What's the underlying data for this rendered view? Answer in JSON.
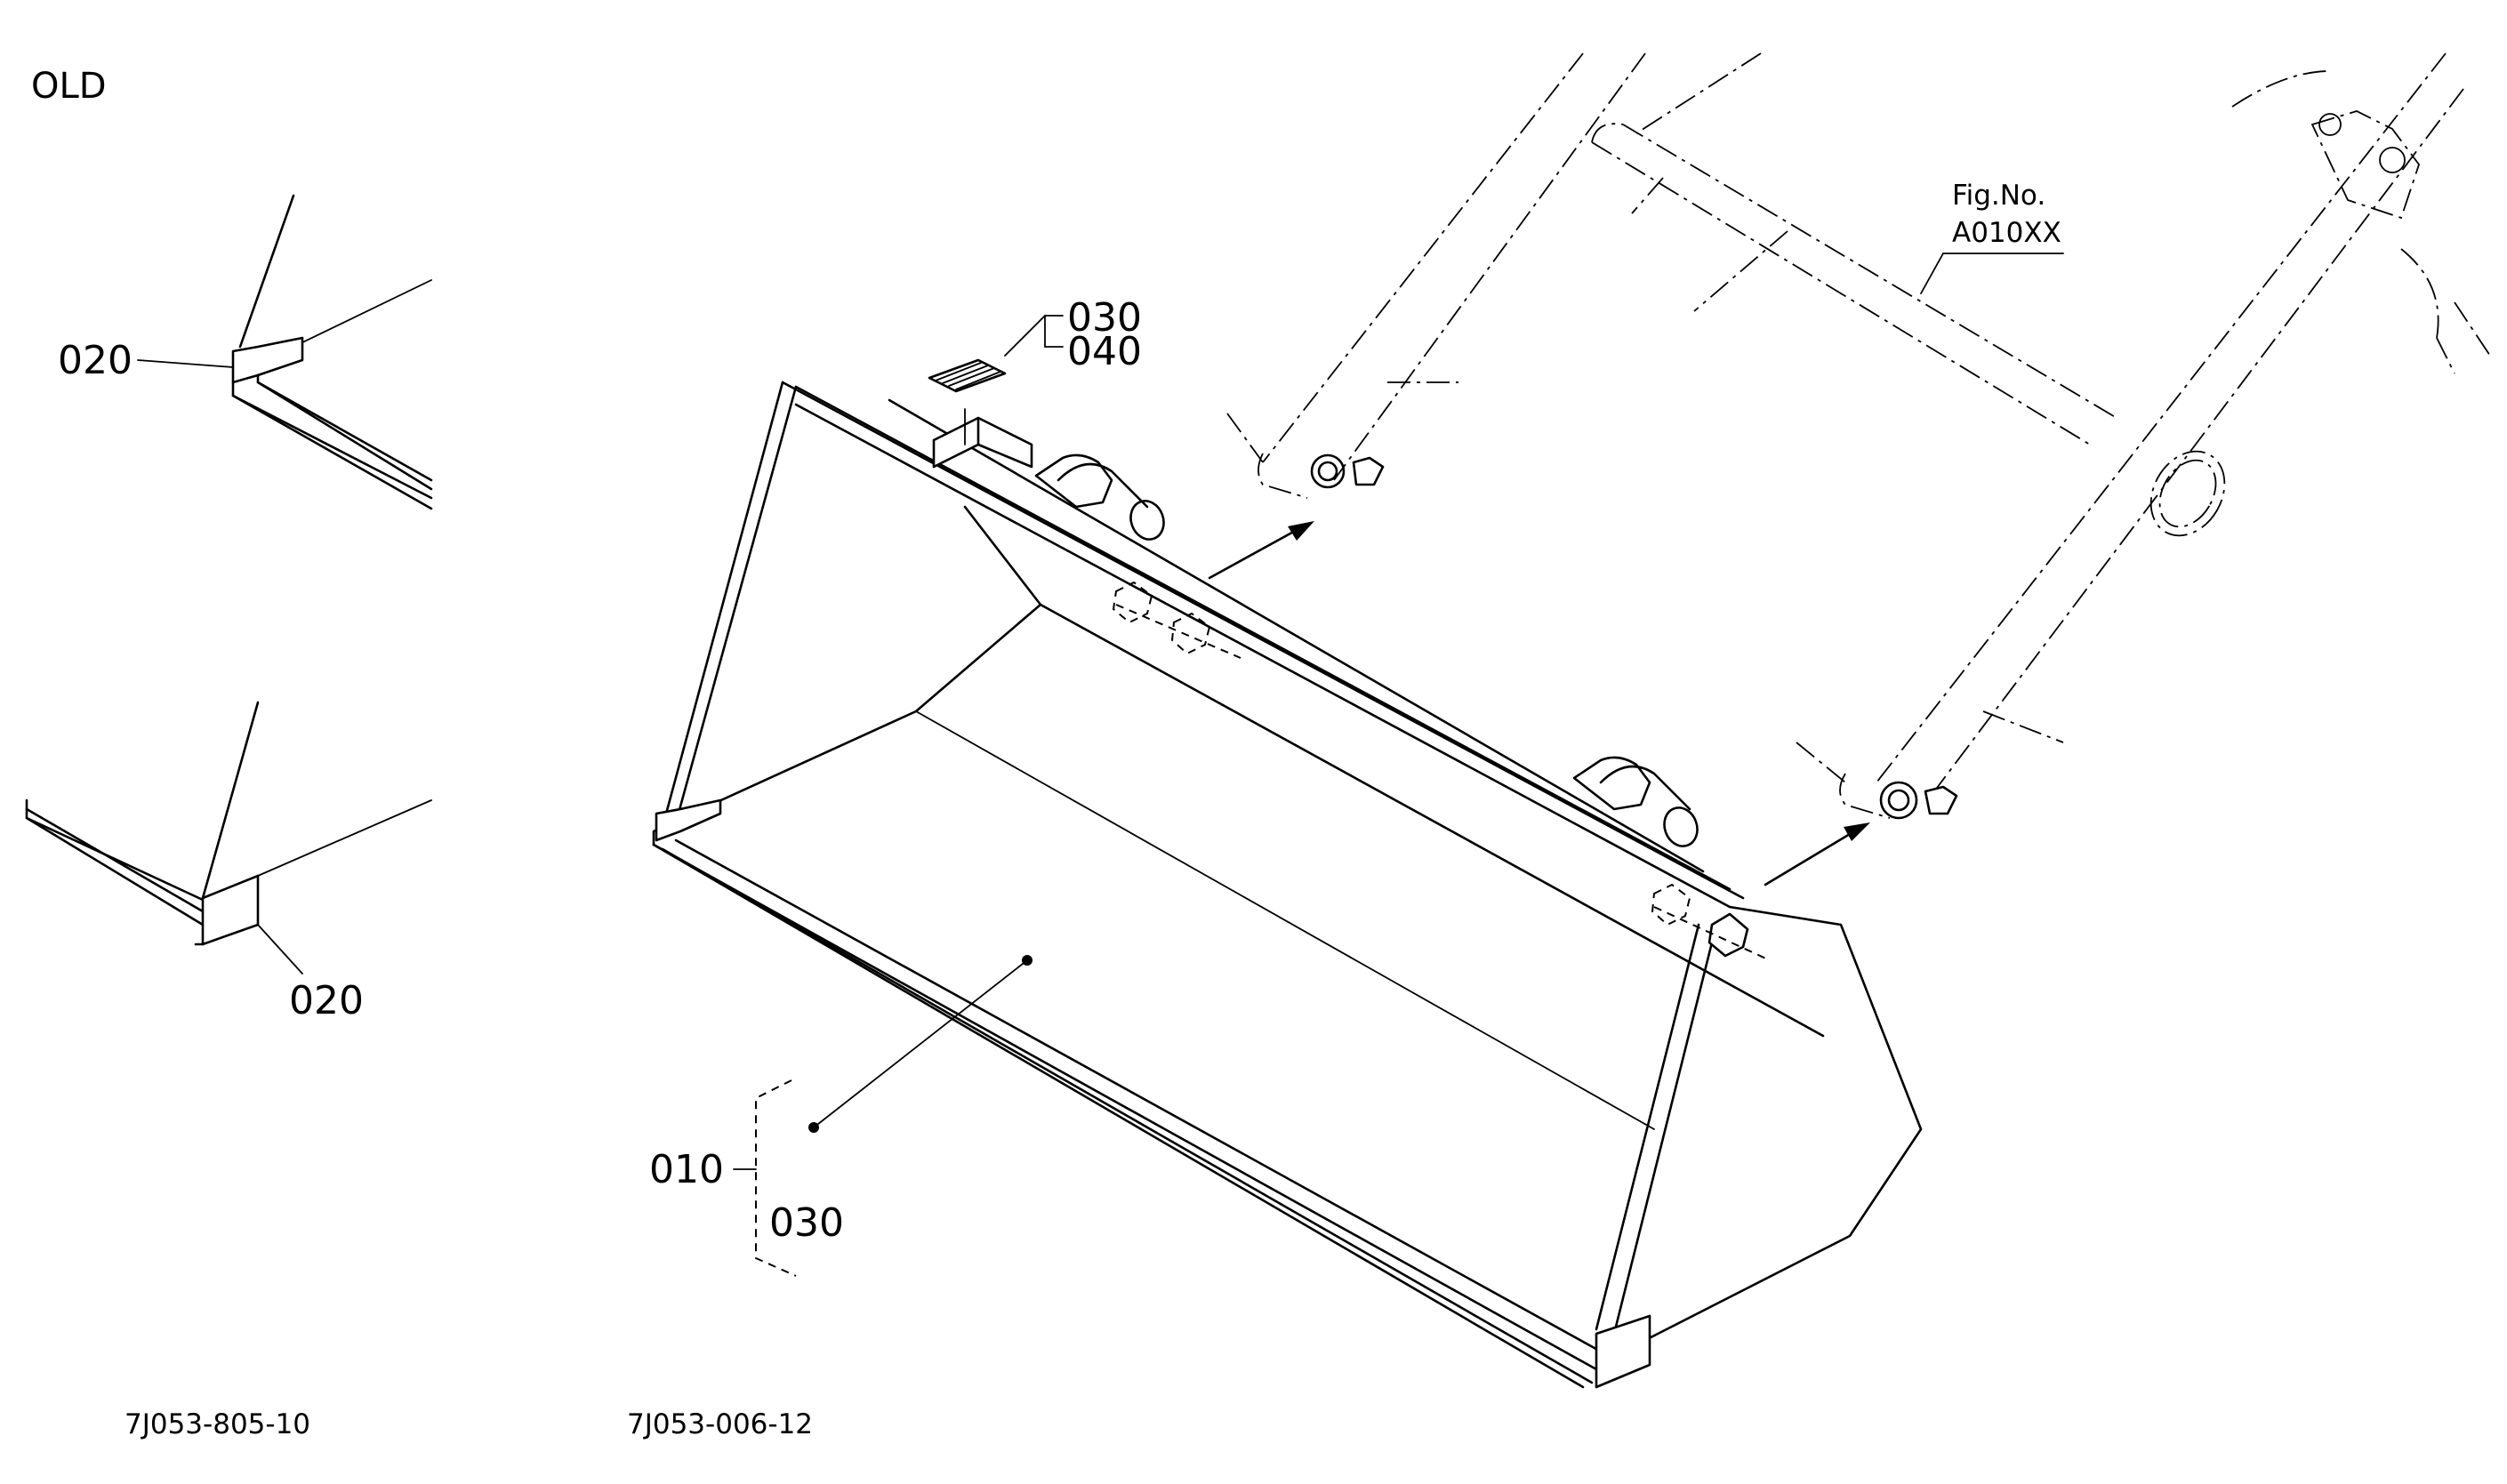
{
  "section_label": "OLD",
  "callouts": {
    "c020_top": "020",
    "c020_bottom": "020",
    "c030_top": "030",
    "c040": "040",
    "c010": "010",
    "c030_bottom": "030"
  },
  "fig_ref": {
    "line1": "Fig.No.",
    "line2": "A010XX"
  },
  "part_codes": {
    "left": "7J053-805-10",
    "right": "7J053-006-12"
  }
}
